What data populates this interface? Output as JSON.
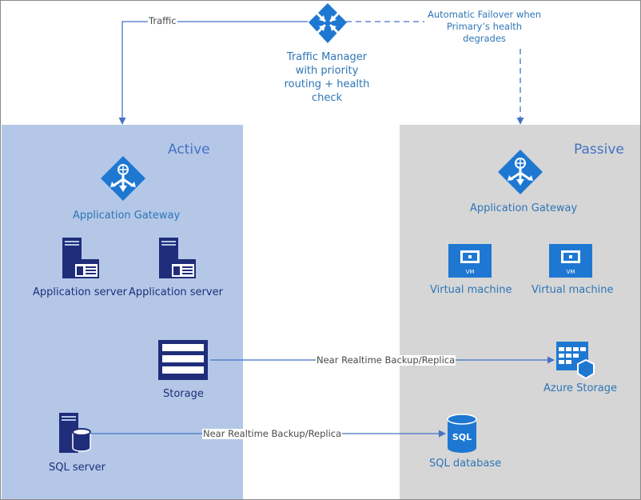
{
  "traffic_manager": {
    "label": "Traffic Manager with priority routing + health check",
    "icon": "traffic-manager-icon"
  },
  "connectors": {
    "traffic_label": "Traffic",
    "failover_label": "Automatic Failover when Primary’s health degrades",
    "storage_replication_label": "Near Realtime Backup/Replica",
    "sql_replication_label": "Near Realtime Backup/Replica"
  },
  "active": {
    "title": "Active",
    "gateway_label": "Application Gateway",
    "app_servers": [
      "Application server",
      "Application server"
    ],
    "storage_label": "Storage",
    "sql_label": "SQL server"
  },
  "passive": {
    "title": "Passive",
    "gateway_label": "Application Gateway",
    "vms": [
      "Virtual machine",
      "Virtual machine"
    ],
    "vm_badge": "VM",
    "storage_label": "Azure Storage",
    "sql_label": "SQL database",
    "sql_badge": "SQL"
  },
  "colors": {
    "azure_blue": "#1e78d2",
    "dark_navy": "#1f2d7a",
    "connector": "#4472c4",
    "active_bg": "#b4c7e7",
    "passive_bg": "#d6d6d6"
  }
}
